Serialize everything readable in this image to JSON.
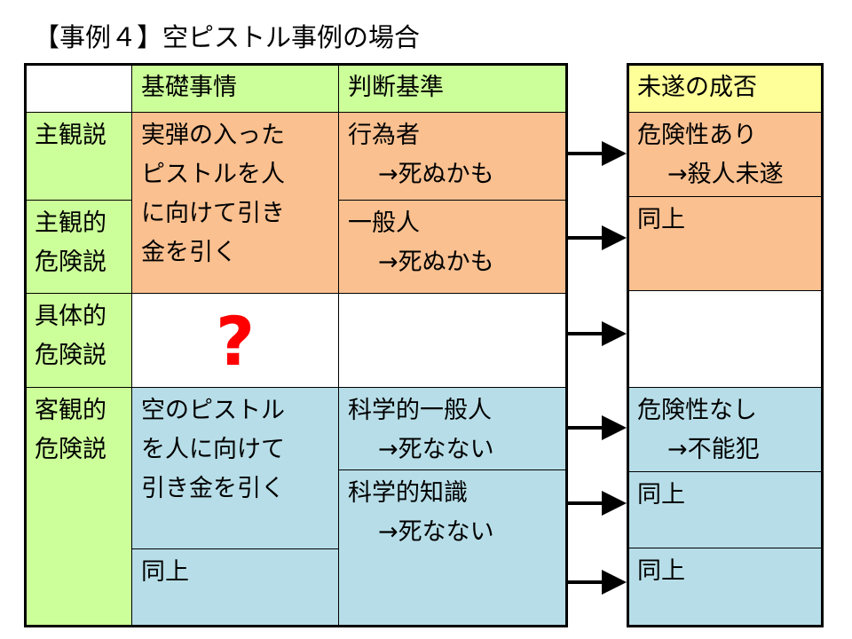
{
  "title": "【事例４】空ピストル事例の場合",
  "table": {
    "header": {
      "corner": "",
      "circumstances": "基礎事情",
      "criterion": "判断基準",
      "result": "未遂の成否"
    },
    "theories": {
      "subjective": "主観説",
      "subjective_danger": [
        "主観的",
        "危険説"
      ],
      "concrete_danger": [
        "具体的",
        "危険説"
      ],
      "objective_danger": [
        "客観的",
        "危険説"
      ]
    },
    "circumstances": {
      "real_gun": [
        "実弾の入った",
        "ピストルを人",
        "に向けて引き",
        "金を引く"
      ],
      "unknown": "?",
      "empty_gun": [
        "空のピストル",
        "を人に向けて",
        "引き金を引く"
      ],
      "same": "同上"
    },
    "criteria": {
      "actor": [
        "行為者",
        "→死ぬかも"
      ],
      "ordinary_person": [
        "一般人",
        "→死ぬかも"
      ],
      "concrete_blank": "",
      "scientific_person": [
        "科学的一般人",
        "→死なない"
      ],
      "scientific_knowledge": [
        "科学的知識",
        "→死なない"
      ]
    },
    "results": {
      "danger_yes": [
        "危険性あり",
        "→殺人未遂"
      ],
      "same_1": "同上",
      "concrete_blank": "",
      "danger_no": [
        "危険性なし",
        "→不能犯"
      ],
      "same_2": "同上",
      "same_3": "同上"
    }
  },
  "colors": {
    "green": "#ccff99",
    "orange": "#fac090",
    "blue": "#b7dee8",
    "yellow": "#ffff99",
    "question_mark": "#ff0000"
  }
}
